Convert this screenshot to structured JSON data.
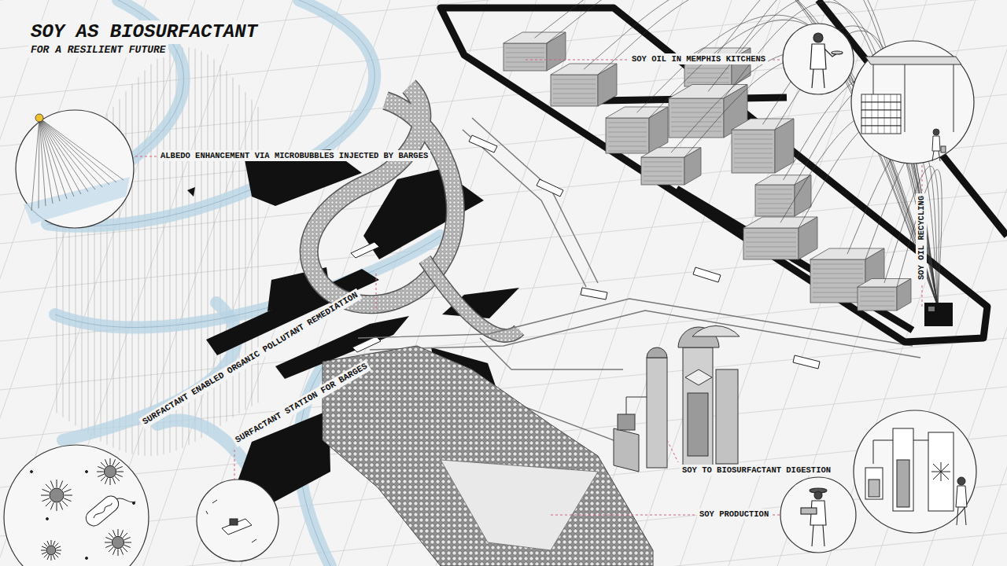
{
  "diagram": {
    "title": "SOY AS BIOSURFACTANT",
    "labels": [
      "FOR A RESILIENT FUTURE",
      "SOY OIL IN MEMPHIS KITCHENS",
      "ALBEDO ENHANCEMENT VIA MICROBUBBLES INJECTED BY BARGES",
      "SOY OIL RECYCLING",
      "SURFACTANT ENABLED ORGANIC POLLUTANT REMEDIATION",
      "SURFACTANT STATION FOR BARGES",
      "SOY TO BIOSURFACTANT DIGESTION",
      "SOY PRODUCTION"
    ]
  }
}
